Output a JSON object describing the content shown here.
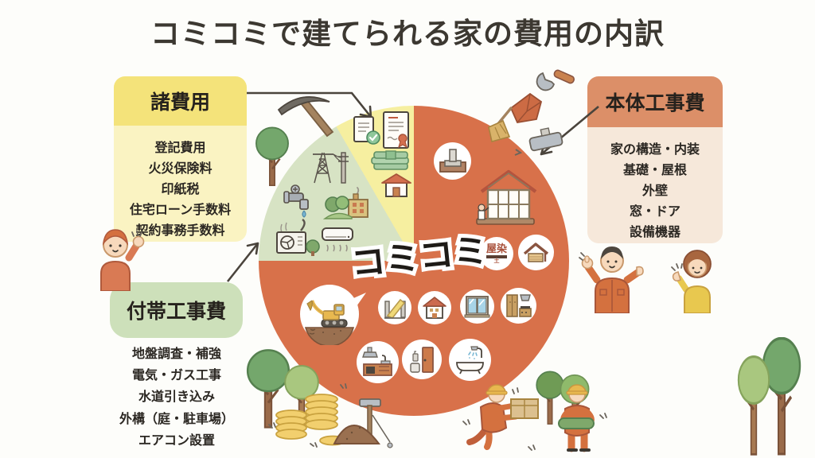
{
  "title": "コミコミで建てられる家の費用の内訳",
  "center_label": "コミコミ",
  "stamp_text": "屋染",
  "boxes": {
    "misc": {
      "header": "諸費用",
      "items": [
        "登記費用",
        "火災保険料",
        "印紙税",
        "住宅ローン手数料",
        "契約事務手数料"
      ]
    },
    "main": {
      "header": "本体工事費",
      "items": [
        "家の構造・内装",
        "基礎・屋根",
        "外壁",
        "窓・ドア",
        "設備機器"
      ]
    },
    "incidental": {
      "header": "付帯工事費",
      "items": [
        "地盤調査・補強",
        "電気・ガス工事",
        "水道引き込み",
        "外構（庭・駐車場）",
        "エアコン設置"
      ]
    }
  },
  "chart_data": {
    "type": "pie",
    "title": "コミコミで建てられる家の費用の内訳",
    "center_text": "コミコミ",
    "legend_position": "callout-boxes",
    "slices": [
      {
        "label": "本体工事費",
        "value": 75,
        "arc_deg": 270,
        "color": "#d8714a"
      },
      {
        "label": "付帯工事費",
        "value": 17,
        "arc_deg": 60,
        "color": "#d7e3c4"
      },
      {
        "label": "諸費用",
        "value": 8,
        "arc_deg": 30,
        "color": "#f6efa0"
      }
    ]
  },
  "colors": {
    "background": "#fdfdfa",
    "title_text": "#3c3831",
    "slice_main": "#d8714a",
    "slice_incidental": "#d7e3c4",
    "slice_misc": "#f6efa0",
    "misc_header_bg": "#f4e37a",
    "misc_body_bg": "#faf3c2",
    "main_header_bg": "#dc8f68",
    "main_body_bg": "#f6e8da",
    "incidental_header_bg": "#cde0ba",
    "arrow": "#4a443c"
  },
  "icons": {
    "misc_slice": [
      "approved-document-icon",
      "contract-certificate-icon",
      "cash-stack-icon",
      "house-icon"
    ],
    "incidental_slice": [
      "power-lines-icon",
      "water-faucet-icon",
      "gas-factory-icon",
      "ac-outdoor-unit-icon",
      "ac-indoor-unit-icon"
    ],
    "main_slice": [
      "foundation-icon",
      "house-frame-icon",
      "paint-stamp-icon",
      "roof-icon",
      "wall-icon",
      "small-house-icon",
      "window-icon",
      "kitchen-cabinet-icon",
      "kitchen-counter-icon",
      "door-icon",
      "bathtub-icon",
      "excavator-icon"
    ],
    "decorations": [
      "pickaxe-icon",
      "wrench-icon",
      "brick-icon",
      "broom-icon",
      "plane-icon",
      "tree-icon",
      "coins-icon",
      "dirt-mound-icon",
      "waving-person",
      "thumbs-up-man",
      "waving-woman",
      "construction-workers"
    ]
  }
}
